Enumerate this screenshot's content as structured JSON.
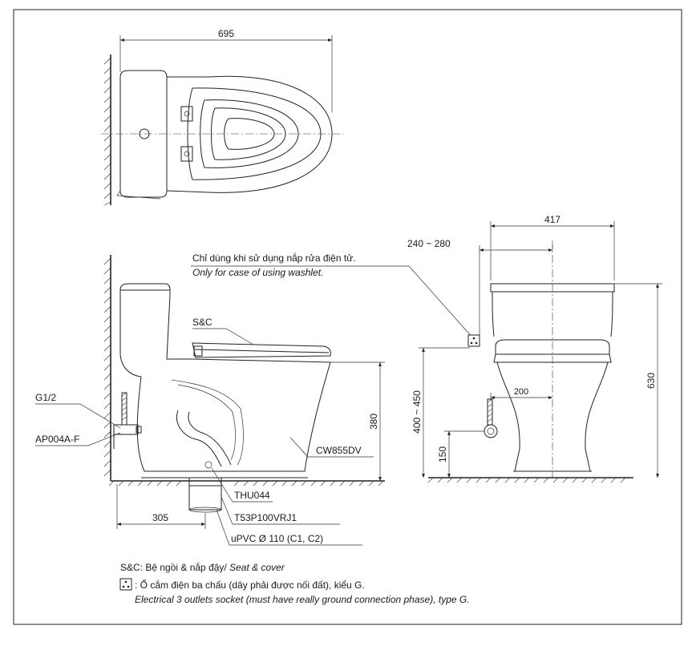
{
  "top_view": {
    "dim_length": "695"
  },
  "side_view": {
    "note_vi": "Chỉ dùng khi sử dụng nắp rửa điện tử.",
    "note_en": "Only for case of using washlet.",
    "label_sc": "S&C",
    "label_g12": "G1/2",
    "label_ap004": "AP004A-F",
    "label_cw855": "CW855DV",
    "label_thu044": "THU044",
    "label_t53": "T53P100VRJ1",
    "label_upvc": "uPVC Ø 110 (C1, C2)",
    "dim_305": "305",
    "dim_380": "380"
  },
  "front_view": {
    "dim_417": "417",
    "dim_240_280": "240 ~ 280",
    "dim_630": "630",
    "dim_400_450": "400 ~ 450",
    "dim_200": "200",
    "dim_150": "150"
  },
  "legend": {
    "sc_prefix": "S&C: Bệ ngồi & nắp đậy/ ",
    "sc_en": "Seat & cover",
    "socket_vi": ": Ổ cắm điện ba chấu (dây phải được nối đất), kiểu G.",
    "socket_en": "Electrical 3 outlets socket (must have really ground connection phase), type G.",
    "socket_icon": "socket-icon"
  }
}
